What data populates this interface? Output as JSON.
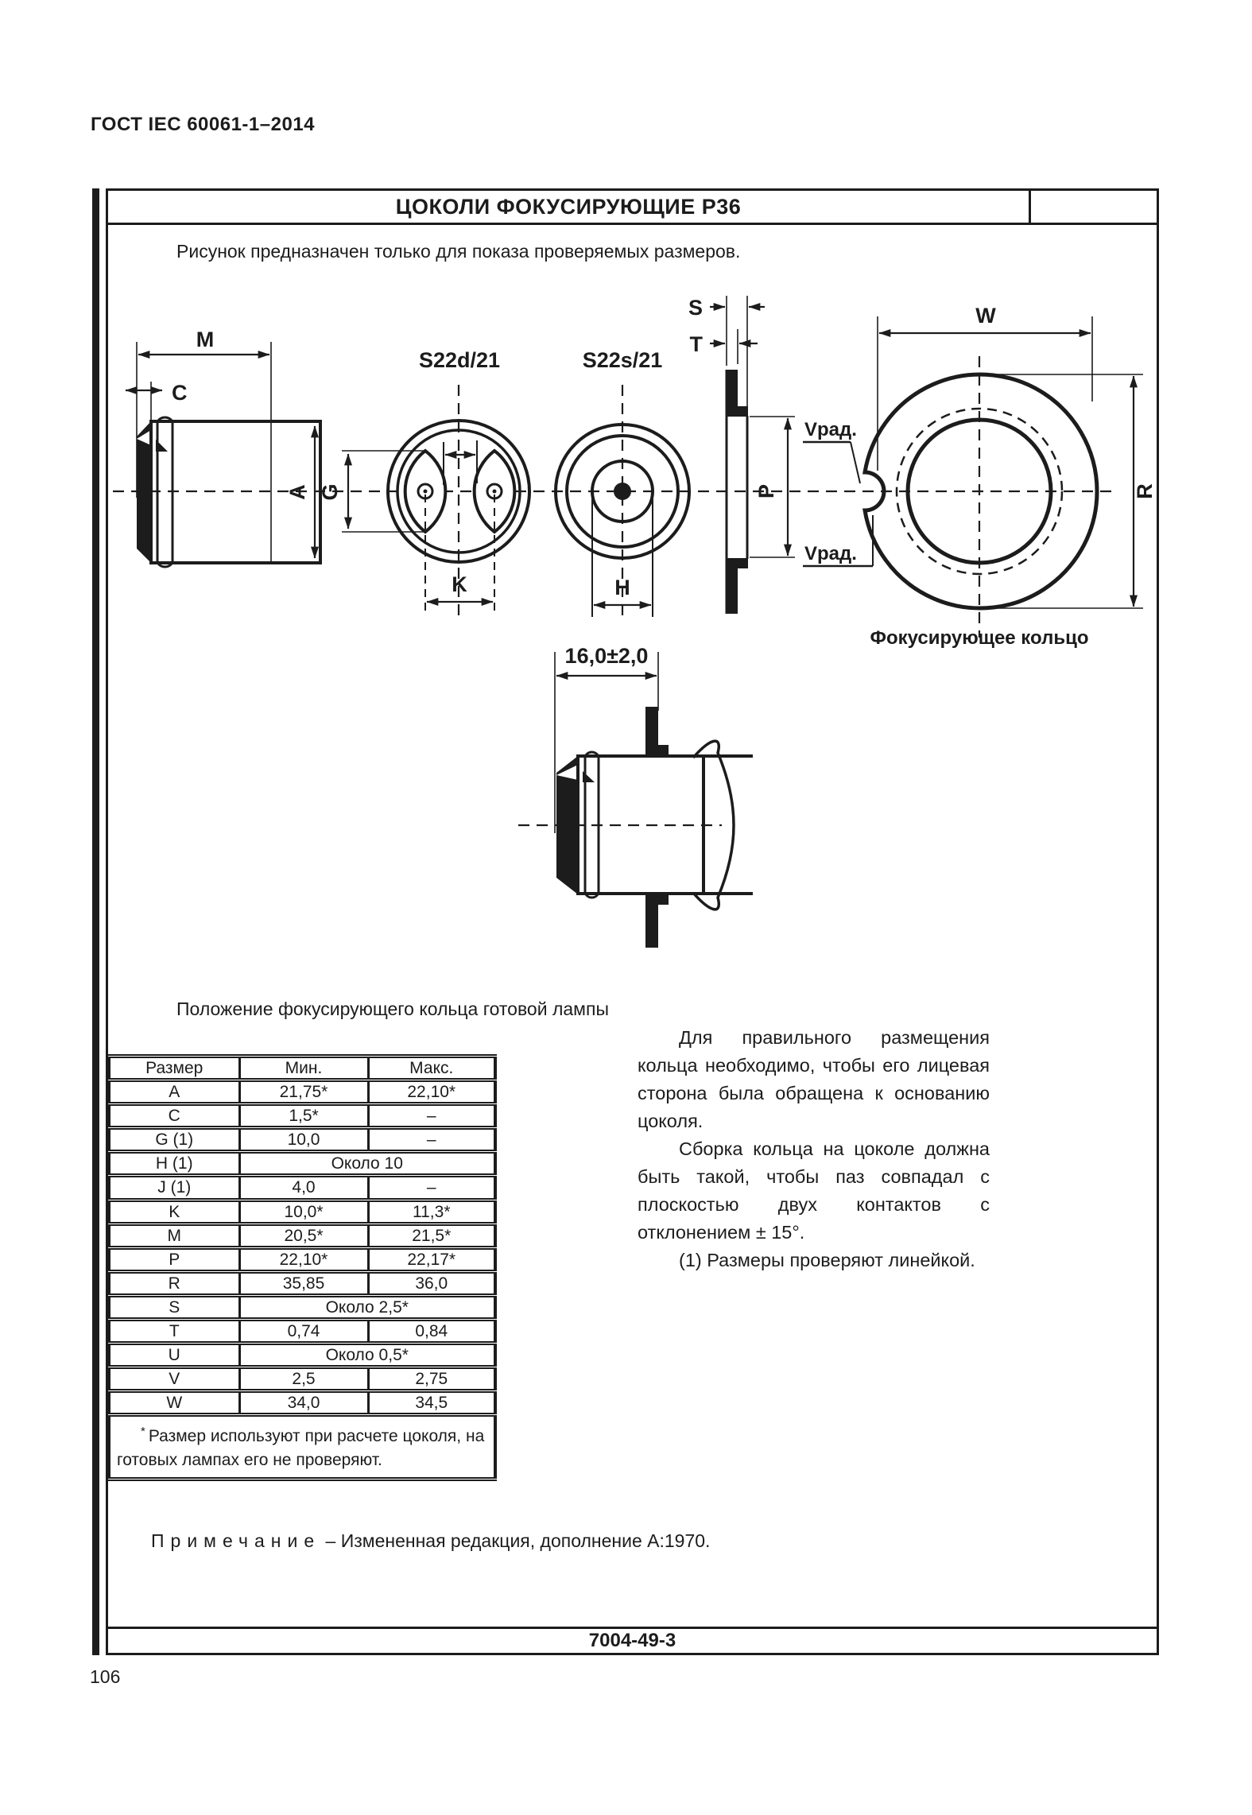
{
  "page": {
    "header": "ГОСТ IEC 60061-1–2014",
    "page_number": "106",
    "sheet_code": "7004-49-3"
  },
  "sheet": {
    "title": "ЦОКОЛИ ФОКУСИРУЮЩИЕ P36",
    "intro": "Рисунок предназначен только для показа проверяемых размеров.",
    "drawing_caption": "Положение фокусирующего кольца готовой лампы"
  },
  "drawing": {
    "views": {
      "s22d": "S22d/21",
      "s22s": "S22s/21"
    },
    "dims": {
      "m": "M",
      "c": "C",
      "a": "A",
      "g": "G",
      "k": "K",
      "h": "H",
      "s": "S",
      "t": "T",
      "p": "P",
      "w": "W",
      "r": "R"
    },
    "vrad_top": "Vрад.",
    "vrad_bottom": "Vрад.",
    "ring_caption": "Фокусирующее кольцо",
    "assembly_dim": "16,0±2,0"
  },
  "table": {
    "headers": [
      "Размер",
      "Мин.",
      "Макс."
    ],
    "rows": [
      {
        "dim": "A",
        "min": "21,75*",
        "max": "22,10*"
      },
      {
        "dim": "C",
        "min": "1,5*",
        "max": "–"
      },
      {
        "dim": "G (1)",
        "min": "10,0",
        "max": "–"
      },
      {
        "dim": "H (1)",
        "span": "Около 10"
      },
      {
        "dim": "J (1)",
        "min": "4,0",
        "max": "–"
      },
      {
        "dim": "K",
        "min": "10,0*",
        "max": "11,3*"
      },
      {
        "dim": "M",
        "min": "20,5*",
        "max": "21,5*"
      },
      {
        "dim": "P",
        "min": "22,10*",
        "max": "22,17*"
      },
      {
        "dim": "R",
        "min": "35,85",
        "max": "36,0"
      },
      {
        "dim": "S",
        "span": "Около 2,5*"
      },
      {
        "dim": "T",
        "min": "0,74",
        "max": "0,84"
      },
      {
        "dim": "U",
        "span": "Около 0,5*"
      },
      {
        "dim": "V",
        "min": "2,5",
        "max": "2,75"
      },
      {
        "dim": "W",
        "min": "34,0",
        "max": "34,5"
      }
    ],
    "footnote_marker": "*",
    "footnote": "Размер используют при расчете цоколя, на готовых лампах его не проверяют."
  },
  "notes": {
    "p1": "Для правильного размещения кольца необходимо, чтобы его лицевая сторона была обращена к основанию цоколя.",
    "p2": "Сборка кольца на цоколе должна быть такой, чтобы паз совпадал с плоскостью двух контактов с отклонением ± 15°.",
    "p3": "(1) Размеры проверяют линейкой.",
    "note_label": "Примечание",
    "note_text": "– Измененная редакция, дополнение A:1970."
  }
}
